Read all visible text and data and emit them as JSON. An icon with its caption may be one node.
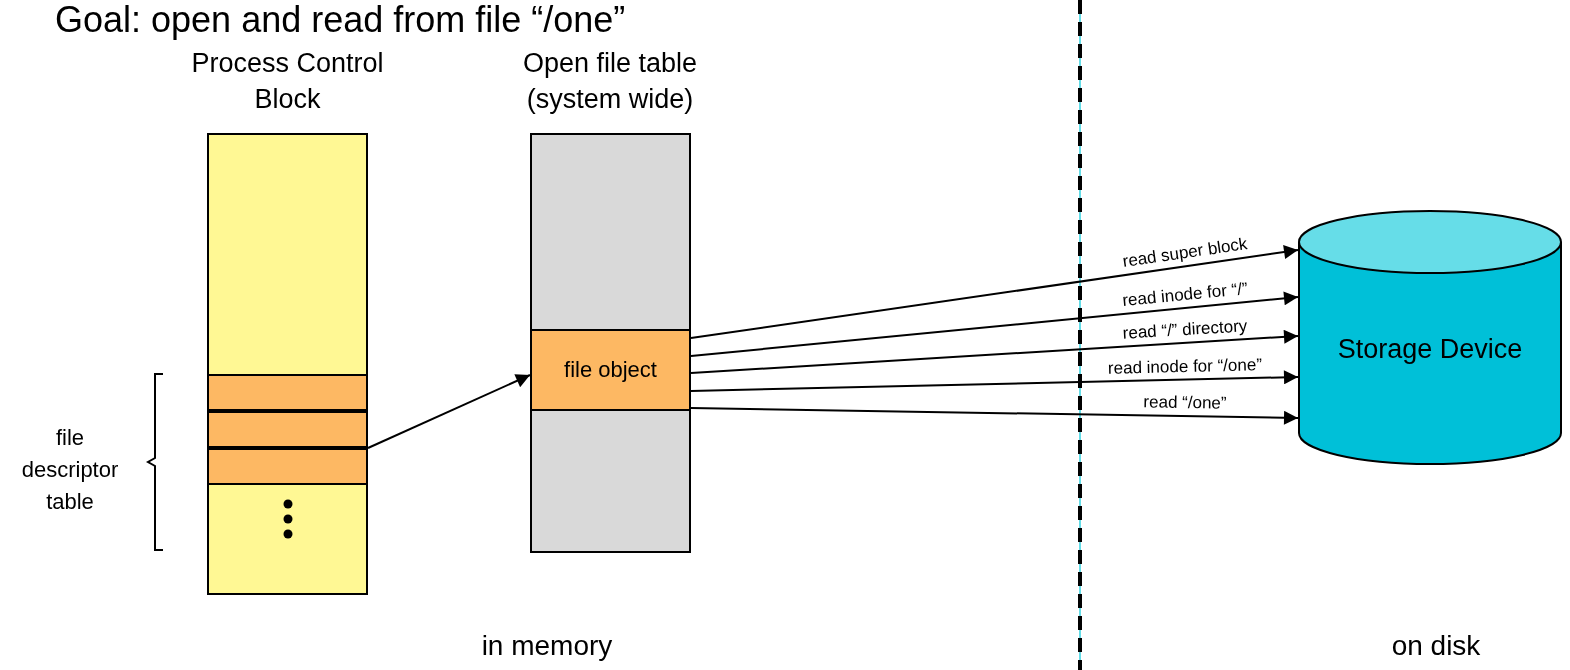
{
  "diagram": {
    "title": "Goal: open and read from file “/one”",
    "nodes": [
      {
        "text": [
          "Process Control Block"
        ]
      },
      {
        "text": [],
        "shape": "box",
        "in": 0
      },
      {
        "text": [],
        "shape": "box",
        "in": 0
      },
      {
        "text": [],
        "shape": "box",
        "in": 0
      },
      {
        "text": [
          "Open file table (system wide)"
        ]
      },
      {
        "text": [
          "file object"
        ],
        "in": 4
      },
      {
        "text": [
          "Storage Device"
        ]
      }
    ],
    "edges": [
      {
        "from": 3,
        "to": 5,
        "arrow": "to"
      },
      {
        "from": 5,
        "to": 6,
        "arrow": "to",
        "label": "read super block"
      },
      {
        "from": 5,
        "to": 6,
        "arrow": "to",
        "label": "read inode for “/”"
      },
      {
        "from": 5,
        "to": 6,
        "arrow": "to",
        "label": "read “/” directory"
      },
      {
        "from": 5,
        "to": 6,
        "arrow": "to",
        "label": "read inode for “/one”"
      },
      {
        "from": 5,
        "to": 6,
        "arrow": "to",
        "label": "read “/one”"
      }
    ],
    "labels": [
      "file descriptor table",
      "in memory",
      "on disk"
    ]
  }
}
